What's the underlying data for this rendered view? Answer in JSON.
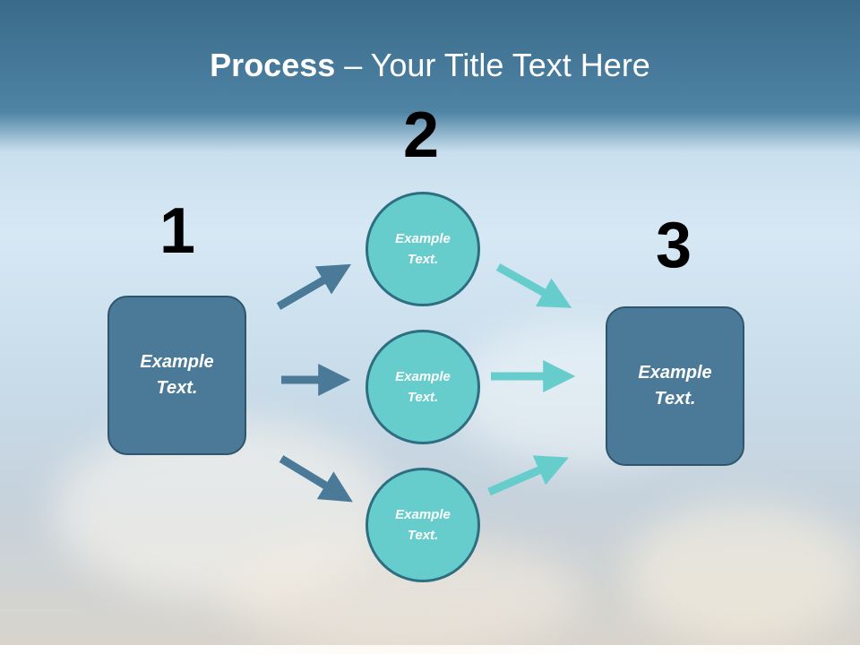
{
  "slide": {
    "title_bold": "Process",
    "title_rest": " – Your Title Text Here"
  },
  "steps": {
    "one": "1",
    "two": "2",
    "three": "3"
  },
  "nodes": {
    "left_box": "Example\nText.",
    "circle_top": "Example\nText.",
    "circle_middle": "Example\nText.",
    "circle_bottom": "Example\nText.",
    "right_box": "Example\nText."
  },
  "colors": {
    "box_fill": "#4a7a98",
    "circle_fill": "#66cccc",
    "arrow_dark": "#4a7a98",
    "arrow_light": "#66cccc",
    "title_band": "#4a7c9c"
  }
}
